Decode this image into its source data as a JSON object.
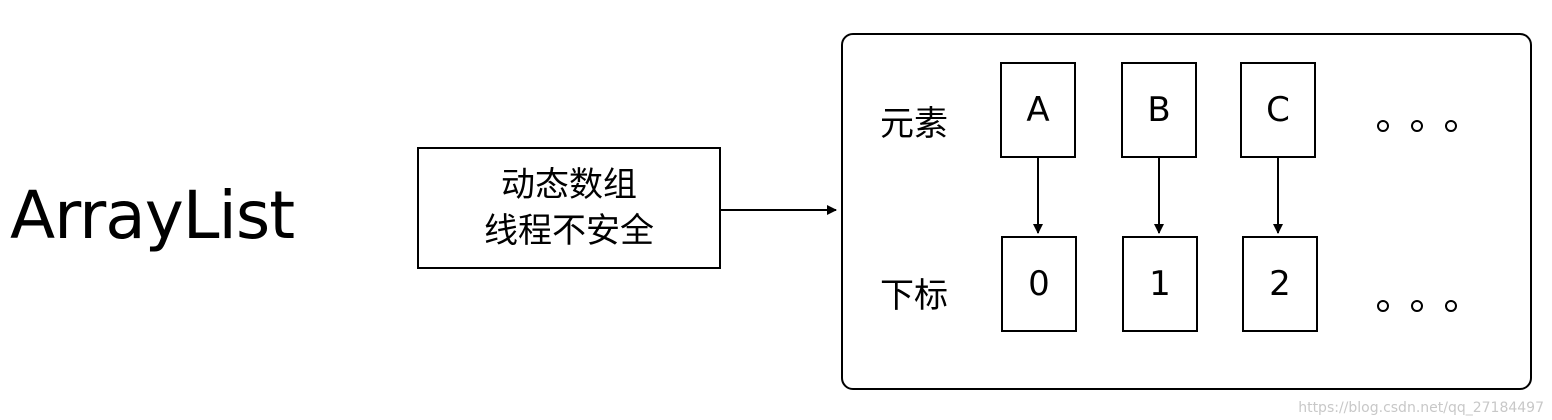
{
  "title": "ArrayList",
  "description": {
    "line1": "动态数组",
    "line2": "线程不安全"
  },
  "structure": {
    "element_row_label": "元素",
    "index_row_label": "下标",
    "elements": [
      "A",
      "B",
      "C"
    ],
    "indices": [
      "0",
      "1",
      "2"
    ]
  },
  "watermark": "https://blog.csdn.net/qq_27184497"
}
